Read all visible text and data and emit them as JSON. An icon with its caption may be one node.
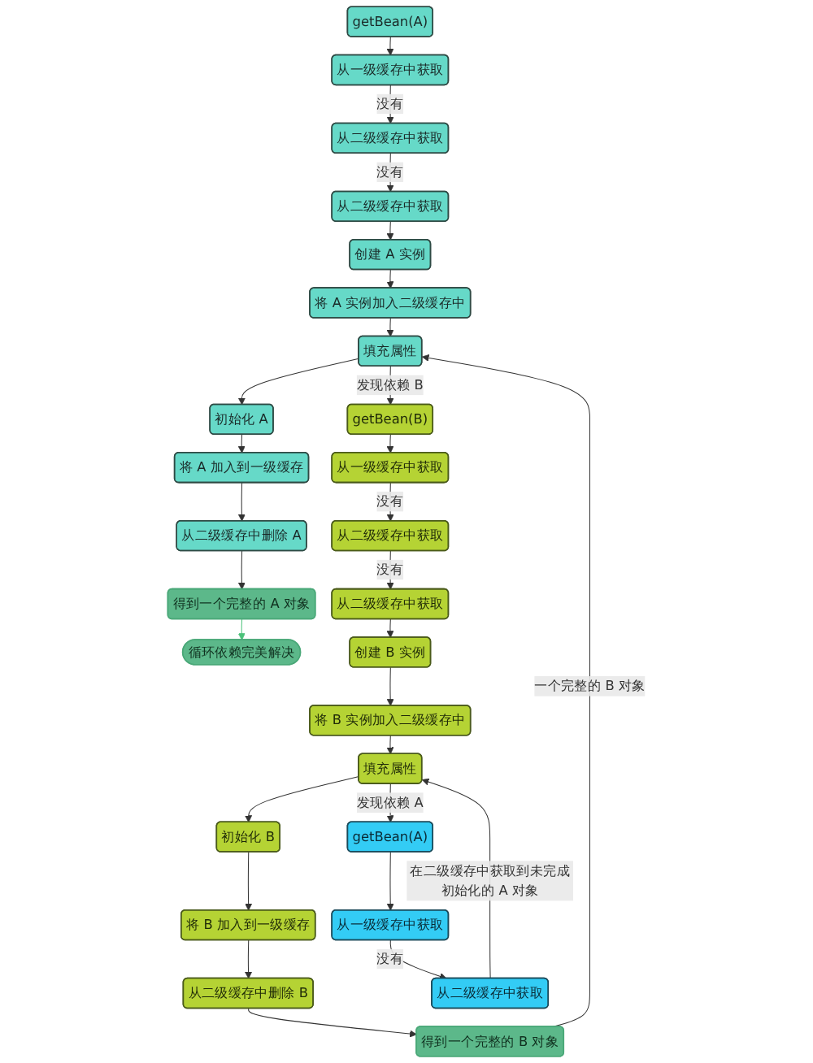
{
  "diagram": {
    "nodes": [
      {
        "text": [
          "getBean(A)"
        ]
      },
      {
        "text": [
          "从一级缓存中获取"
        ]
      },
      {
        "text": [
          "从二级缓存中获取"
        ]
      },
      {
        "text": [
          "从二级缓存中获取"
        ]
      },
      {
        "text": [
          "创建 A 实例"
        ]
      },
      {
        "text": [
          "将 A 实例加入二级缓存中"
        ]
      },
      {
        "text": [
          "填充属性"
        ]
      },
      {
        "text": [
          "初始化 A"
        ]
      },
      {
        "text": [
          "将 A 加入到一级缓存"
        ]
      },
      {
        "text": [
          "从二级缓存中删除 A"
        ]
      },
      {
        "text": [
          "得到一个完整的 A 对象"
        ]
      },
      {
        "text": [
          "循环依赖完美解决"
        ]
      },
      {
        "text": [
          "getBean(B)"
        ]
      },
      {
        "text": [
          "从一级缓存中获取"
        ]
      },
      {
        "text": [
          "从二级缓存中获取"
        ]
      },
      {
        "text": [
          "从二级缓存中获取"
        ]
      },
      {
        "text": [
          "创建 B 实例"
        ]
      },
      {
        "text": [
          "将 B 实例加入二级缓存中"
        ]
      },
      {
        "text": [
          "填充属性"
        ]
      },
      {
        "text": [
          "初始化 B"
        ]
      },
      {
        "text": [
          "将 B 加入到一级缓存"
        ]
      },
      {
        "text": [
          "从二级缓存中删除 B"
        ]
      },
      {
        "text": [
          "得到一个完整的 B 对象"
        ]
      },
      {
        "text": [
          "getBean(A)"
        ]
      },
      {
        "text": [
          "从一级缓存中获取"
        ]
      },
      {
        "text": [
          "从二级缓存中获取"
        ]
      }
    ],
    "edges": [
      {
        "from": 0,
        "to": 1,
        "arrow": "to"
      },
      {
        "from": 1,
        "to": 2,
        "arrow": "to",
        "label": "没有"
      },
      {
        "from": 2,
        "to": 3,
        "arrow": "to",
        "label": "没有"
      },
      {
        "from": 3,
        "to": 4,
        "arrow": "to"
      },
      {
        "from": 4,
        "to": 5,
        "arrow": "to"
      },
      {
        "from": 5,
        "to": 6,
        "arrow": "to"
      },
      {
        "from": 6,
        "to": 7,
        "arrow": "to"
      },
      {
        "from": 7,
        "to": 8,
        "arrow": "to"
      },
      {
        "from": 8,
        "to": 9,
        "arrow": "to"
      },
      {
        "from": 9,
        "to": 10,
        "arrow": "to"
      },
      {
        "from": 10,
        "to": 11,
        "arrow": "to",
        "color": "#4cc27a"
      },
      {
        "from": 6,
        "to": 12,
        "arrow": "to",
        "label": "发现依赖 B"
      },
      {
        "from": 12,
        "to": 13,
        "arrow": "to"
      },
      {
        "from": 13,
        "to": 14,
        "arrow": "to",
        "label": "没有"
      },
      {
        "from": 14,
        "to": 15,
        "arrow": "to",
        "label": "没有"
      },
      {
        "from": 15,
        "to": 16,
        "arrow": "to"
      },
      {
        "from": 16,
        "to": 17,
        "arrow": "to"
      },
      {
        "from": 17,
        "to": 18,
        "arrow": "to"
      },
      {
        "from": 18,
        "to": 19,
        "arrow": "to"
      },
      {
        "from": 19,
        "to": 20,
        "arrow": "to"
      },
      {
        "from": 20,
        "to": 21,
        "arrow": "to"
      },
      {
        "from": 21,
        "to": 22,
        "arrow": "to"
      },
      {
        "from": 18,
        "to": 23,
        "arrow": "to",
        "label": "发现依赖 A"
      },
      {
        "from": 23,
        "to": 24,
        "arrow": "to"
      },
      {
        "from": 24,
        "to": 25,
        "arrow": "to",
        "label": "没有"
      },
      {
        "from": 25,
        "to": 18,
        "arrow": "to",
        "label": "在二级缓存中获取到未完成初始化的 A 对象"
      },
      {
        "from": 22,
        "to": 6,
        "arrow": "to",
        "label": "一个完整的 B 对象"
      }
    ]
  }
}
